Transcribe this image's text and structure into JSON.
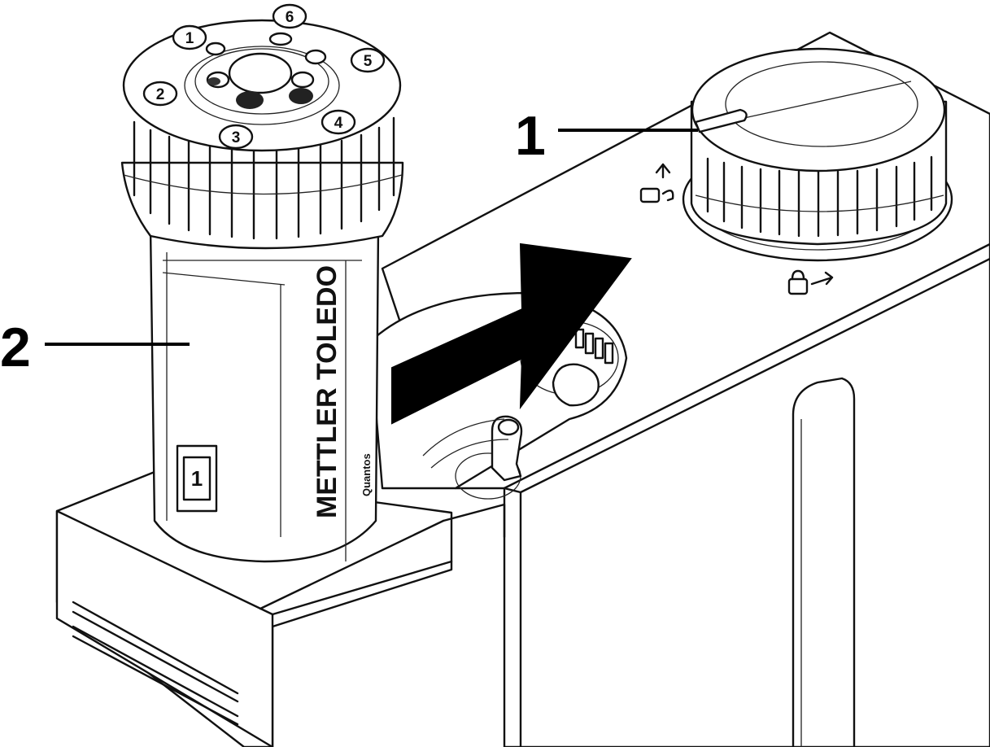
{
  "callouts": [
    {
      "label": "1",
      "target": "locking-knob"
    },
    {
      "label": "2",
      "target": "dosing-head"
    }
  ],
  "dosing_head": {
    "brand": "METTLER TOLEDO",
    "sub_brand": "Quantos",
    "slot_number": "1",
    "dial_numbers": [
      "1",
      "2",
      "3",
      "4",
      "5",
      "6"
    ]
  },
  "icons": {
    "locking_knob": "rotary-knob",
    "lock_states": [
      "unlock-icon",
      "lock-icon"
    ],
    "insertion_direction": "arrow-right-icon"
  }
}
